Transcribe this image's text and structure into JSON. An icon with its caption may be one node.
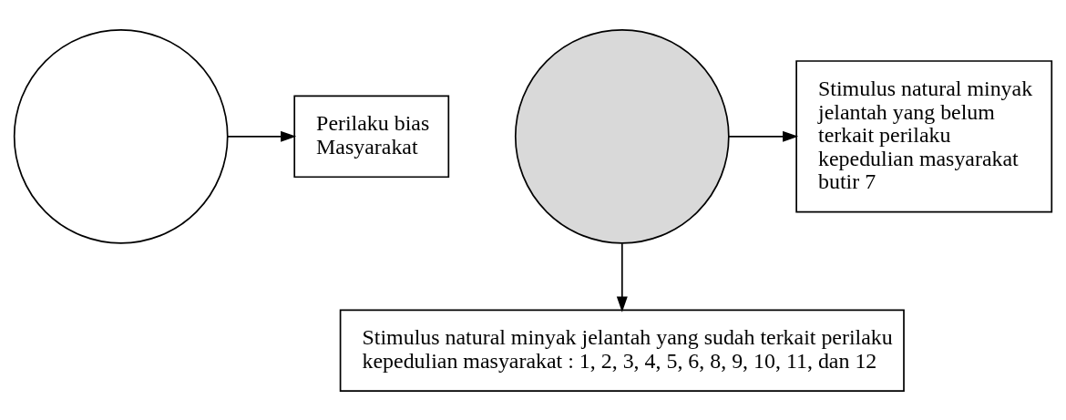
{
  "diagram": {
    "nodes": [
      {
        "text": [
          "Perilaku bias Masyarakat"
        ]
      },
      {
        "text": [],
        "shape": "circle"
      },
      {
        "text": [],
        "shape": "circle"
      },
      {
        "text": [
          "Stimulus natural minyak jelantah yang belum terkait perilaku kepedulian masyarakat butir 7"
        ]
      },
      {
        "text": [
          "Stimulus natural minyak jelantah yang sudah terkait perilaku kepedulian masyarakat : 1, 2, 3, 4, 5, 6, 8, 9, 10, 11, dan 12"
        ]
      }
    ],
    "edges": [
      {
        "from": 1,
        "to": 0,
        "arrow": "to"
      },
      {
        "from": 2,
        "to": 3,
        "arrow": "to"
      },
      {
        "from": 2,
        "to": 4,
        "arrow": "to"
      }
    ]
  }
}
